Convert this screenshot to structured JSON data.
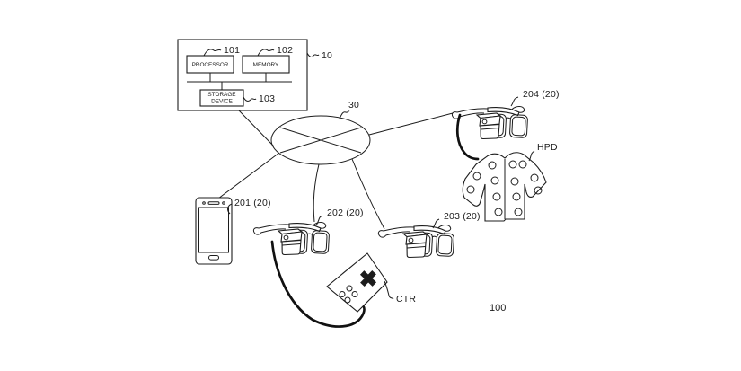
{
  "figure": {
    "type": "patent-system-diagram",
    "ref": "100"
  },
  "server": {
    "ref": "10",
    "processor": {
      "label": "PROCESSOR",
      "ref": "101"
    },
    "memory": {
      "label": "MEMORY",
      "ref": "102"
    },
    "storage": {
      "line1": "STORAGE",
      "line2": "DEVICE",
      "ref": "103"
    }
  },
  "network": {
    "ref": "30"
  },
  "devices": {
    "smartphone": {
      "ref": "201 (20)"
    },
    "glasses1": {
      "ref": "202 (20)"
    },
    "glasses2": {
      "ref": "203 (20)"
    },
    "glasses3": {
      "ref": "204 (20)"
    },
    "controller": {
      "ref": "CTR"
    },
    "haptic_suit": {
      "ref": "HPD"
    }
  },
  "colors": {
    "ink": "#1c1c1c",
    "background": "#ffffff"
  }
}
